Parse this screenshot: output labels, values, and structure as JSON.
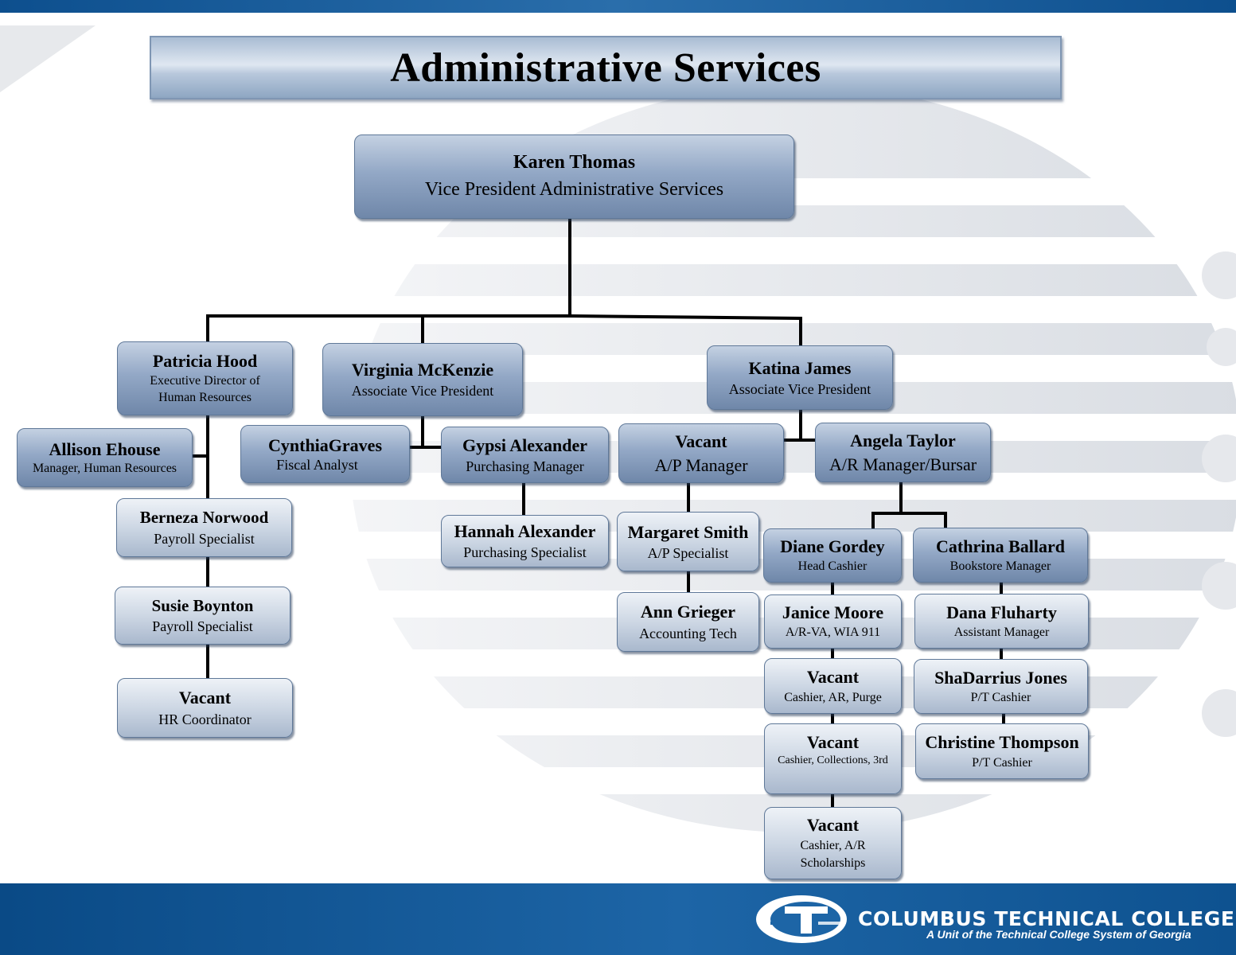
{
  "title": "Administrative Services",
  "nodes": {
    "karen": {
      "name": "Karen Thomas",
      "title": "Vice President Administrative Services"
    },
    "patricia": {
      "name": "Patricia Hood",
      "title_line1": "Executive Director of",
      "title_line2": "Human Resources"
    },
    "virginia": {
      "name": "Virginia McKenzie",
      "title": "Associate Vice President"
    },
    "katina": {
      "name": "Katina James",
      "title": "Associate Vice President"
    },
    "allison": {
      "name": "Allison Ehouse",
      "title": "Manager, Human Resources"
    },
    "cynthia": {
      "name": "CynthiaGraves",
      "title": "Fiscal Analyst"
    },
    "gypsi": {
      "name": "Gypsi Alexander",
      "title": "Purchasing Manager"
    },
    "vacant_ap": {
      "name": "Vacant",
      "title": "A/P Manager"
    },
    "angela": {
      "name": "Angela Taylor",
      "title": "A/R Manager/Bursar"
    },
    "berneza": {
      "name": "Berneza Norwood",
      "title": "Payroll Specialist"
    },
    "hannah": {
      "name": "Hannah Alexander",
      "title": "Purchasing Specialist"
    },
    "margaret": {
      "name": "Margaret Smith",
      "title": "A/P Specialist"
    },
    "diane": {
      "name": "Diane Gordey",
      "title": "Head Cashier"
    },
    "cathrina": {
      "name": "Cathrina Ballard",
      "title": "Bookstore Manager"
    },
    "susie": {
      "name": "Susie Boynton",
      "title": "Payroll Specialist"
    },
    "ann": {
      "name": "Ann Grieger",
      "title": "Accounting Tech"
    },
    "janice": {
      "name": "Janice Moore",
      "title": "A/R-VA, WIA 911"
    },
    "dana": {
      "name": "Dana Fluharty",
      "title": "Assistant Manager"
    },
    "vacant_hr": {
      "name": "Vacant",
      "title": "HR Coordinator"
    },
    "vacant_purge": {
      "name": "Vacant",
      "title": "Cashier, AR, Purge"
    },
    "shadarrius": {
      "name": "ShaDarrius Jones",
      "title": "P/T Cashier"
    },
    "vacant_coll": {
      "name": "Vacant",
      "title": "Cashier, Collections, 3rd"
    },
    "christine": {
      "name": "Christine Thompson",
      "title": "P/T Cashier"
    },
    "vacant_schol": {
      "name": "Vacant",
      "title_line1": "Cashier, A/R",
      "title_line2": "Scholarships"
    }
  },
  "footer": {
    "college": "COLUMBUS TECHNICAL COLLEGE",
    "tagline": "A Unit of the Technical College System of Georgia"
  },
  "colors": {
    "band": "#1d65a6",
    "box_dark": "#7f96b6",
    "box_light": "#cdd7e4"
  }
}
